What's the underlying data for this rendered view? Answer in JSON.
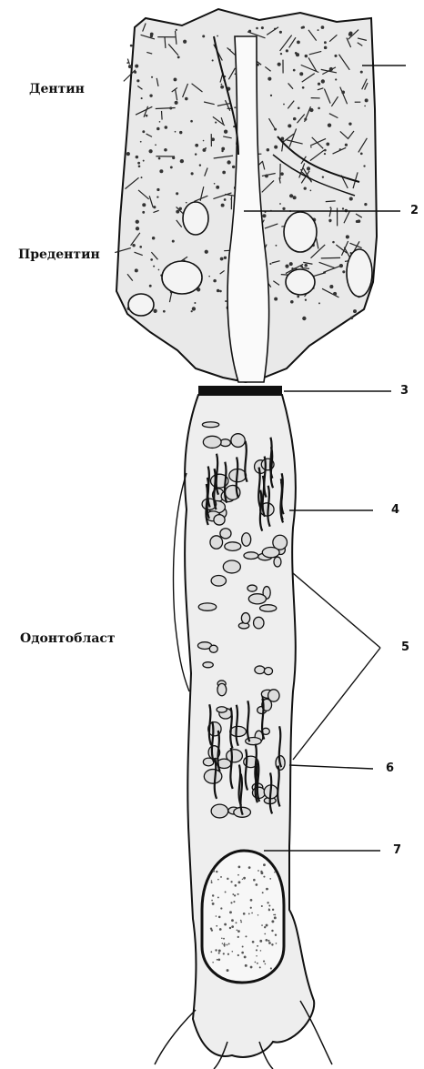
{
  "labels": {
    "dentin": "Дентин",
    "predentin": "Предентин",
    "odontoblast": "Одонтобласт"
  },
  "callouts": [
    "2",
    "3",
    "4",
    "5",
    "6",
    "7"
  ],
  "colors": {
    "ink": "#111111",
    "paper": "#ffffff",
    "stipple": "#444444"
  }
}
